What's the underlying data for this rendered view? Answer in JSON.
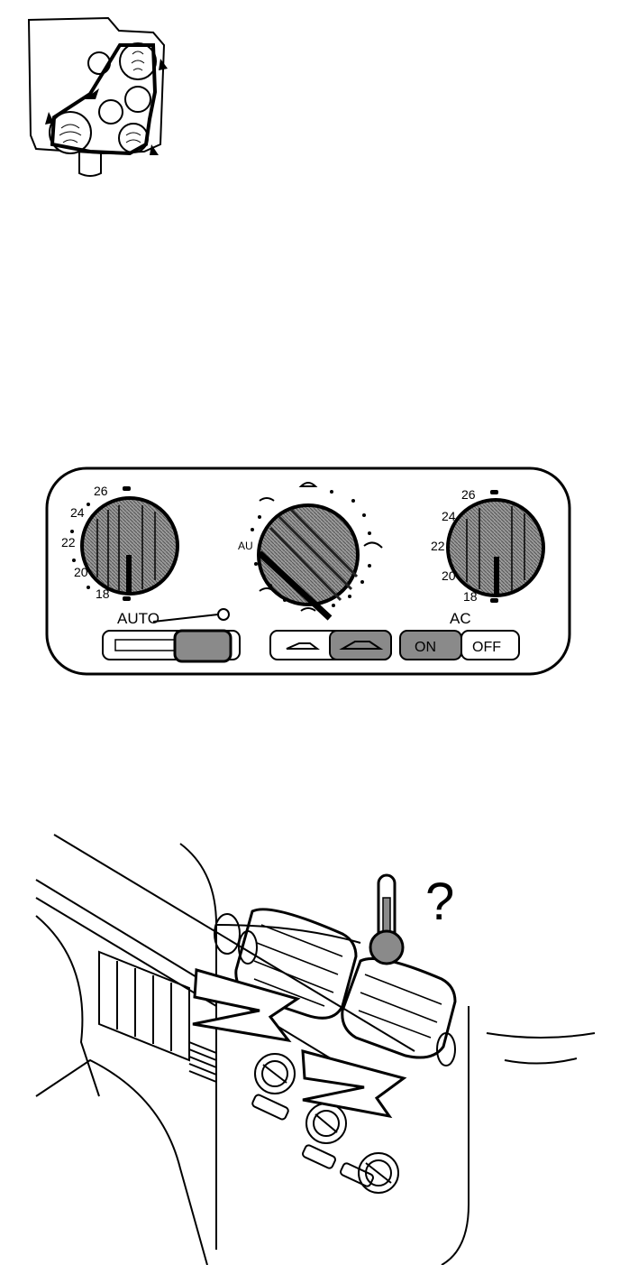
{
  "climate_panel": {
    "left_temp_scale": [
      "26",
      "24",
      "22",
      "20",
      "18"
    ],
    "right_temp_scale": [
      "26",
      "24",
      "22",
      "20",
      "18"
    ],
    "center_label_auto": "AU",
    "auto_label": "AUTO",
    "ac_label": "AC",
    "ac_on_label": "ON",
    "ac_off_label": "OFF"
  },
  "dashboard_illustration": {
    "question_mark": "?"
  },
  "colors": {
    "ink": "#000000",
    "shade": "#8a8a8a",
    "paper": "#ffffff"
  }
}
